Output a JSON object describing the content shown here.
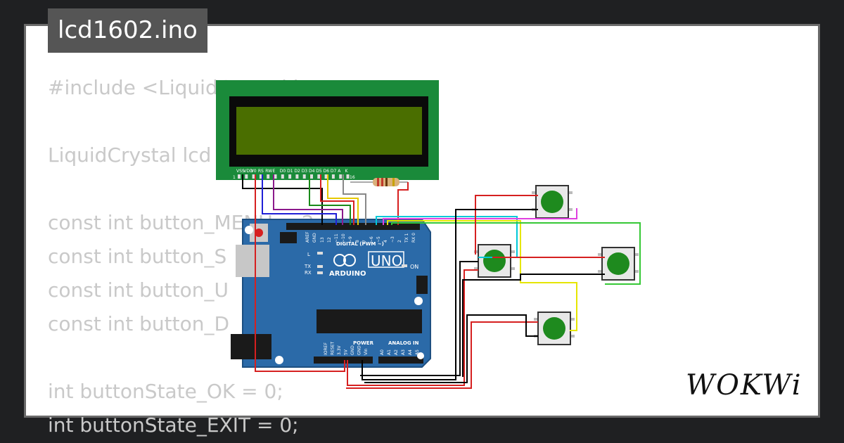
{
  "file": {
    "title": "lcd1602.ino"
  },
  "code_lines": [
    "#include <LiquidCrystal.h>",
    "",
    "LiquidCrystal lcd",
    "",
    "const int button_MENU = 2;",
    "const int button_S",
    "const int button_U",
    "const int button_D",
    "",
    "int buttonState_OK = 0;",
    "int buttonState_EXIT = 0;"
  ],
  "lcd": {
    "pin_labels": [
      "VSS",
      "VDD",
      "V0",
      "RS",
      "RW",
      "E",
      "D0",
      "D1",
      "D2",
      "D3",
      "D4",
      "D5",
      "D6",
      "D7",
      "A",
      "K"
    ],
    "pin_first": "1",
    "pin_last": "16"
  },
  "arduino": {
    "brand": "ARDUINO",
    "model": "UNO",
    "digital_label": "DIGITAL (PWM ~)",
    "power_label": "POWER",
    "analog_label": "ANALOG IN",
    "on_label": "ON",
    "l_label": "L",
    "tx_label": "TX",
    "rx_label": "RX",
    "aref_label": "AREF",
    "gnd_label": "GND",
    "digital_pins": [
      "13",
      "12",
      "~11",
      "~10",
      "~9",
      "8",
      "7",
      "~6",
      "~5",
      "4",
      "~3",
      "2",
      "TX 1",
      "RX 0"
    ],
    "power_pins": [
      "IOREF",
      "RESET",
      "3.3V",
      "5V",
      "GND",
      "GND",
      "Vin"
    ],
    "analog_pins": [
      "A0",
      "A1",
      "A2",
      "A3",
      "A4",
      "A5"
    ]
  },
  "brand_logo": "WOKWi",
  "colors": {
    "background": "#1f2022",
    "board": "#2b6aa8",
    "lcd_frame": "#1a8a3a",
    "lcd_screen": "#4a6e00",
    "button_cap": "#1e8a1e"
  }
}
